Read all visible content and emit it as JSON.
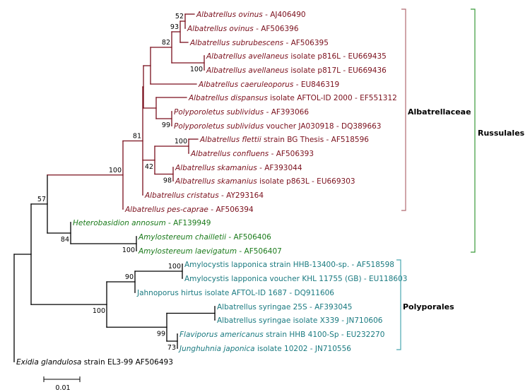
{
  "colors": {
    "albatrellaceae": "#7a0f1c",
    "heterobasidion": "#1a7a1a",
    "polyporales": "#1a7a80",
    "outgroup": "#000000",
    "bracket_albatrellaceae": "#b06a70",
    "bracket_russulales": "#3a9a3a",
    "bracket_polyporales": "#4aa8b0"
  },
  "leaves": [
    {
      "id": "L1",
      "group": "albatrellaceae",
      "parts": [
        {
          "t": "Albatrellus ovinus",
          "i": true
        },
        {
          "t": " - AJ406490",
          "i": false
        }
      ]
    },
    {
      "id": "L2",
      "group": "albatrellaceae",
      "parts": [
        {
          "t": "Albatrellus ovinus",
          "i": true
        },
        {
          "t": " - AF506396",
          "i": false
        }
      ]
    },
    {
      "id": "L3",
      "group": "albatrellaceae",
      "parts": [
        {
          "t": "Albatrellus subrubescens",
          "i": true
        },
        {
          "t": " - AF506395",
          "i": false
        }
      ]
    },
    {
      "id": "L4",
      "group": "albatrellaceae",
      "parts": [
        {
          "t": "Albatrellus avellaneus",
          "i": true
        },
        {
          "t": " isolate p816L - EU669435",
          "i": false
        }
      ]
    },
    {
      "id": "L5",
      "group": "albatrellaceae",
      "parts": [
        {
          "t": "Albatrellus avellaneus",
          "i": true
        },
        {
          "t": " isolate p817L - EU669436",
          "i": false
        }
      ]
    },
    {
      "id": "L6",
      "group": "albatrellaceae",
      "parts": [
        {
          "t": "Albatrellus caeruleoporus",
          "i": true
        },
        {
          "t": " - EU846319",
          "i": false
        }
      ]
    },
    {
      "id": "L7",
      "group": "albatrellaceae",
      "parts": [
        {
          "t": "Albatrellus dispansus",
          "i": true
        },
        {
          "t": " isolate AFTOL-ID 2000 - EF551312",
          "i": false
        }
      ]
    },
    {
      "id": "L8",
      "group": "albatrellaceae",
      "parts": [
        {
          "t": "Polyporoletus sublividus",
          "i": true
        },
        {
          "t": " - AF393066",
          "i": false
        }
      ]
    },
    {
      "id": "L9",
      "group": "albatrellaceae",
      "parts": [
        {
          "t": "Polyporoletus sublividus",
          "i": true
        },
        {
          "t": " voucher JA030918 - DQ389663",
          "i": false
        }
      ]
    },
    {
      "id": "L10",
      "group": "albatrellaceae",
      "parts": [
        {
          "t": "Albatrellus flettii",
          "i": true
        },
        {
          "t": " strain BG Thesis - AF518596",
          "i": false
        }
      ]
    },
    {
      "id": "L11",
      "group": "albatrellaceae",
      "parts": [
        {
          "t": "Albatrellus confluens",
          "i": true
        },
        {
          "t": " - AF506393",
          "i": false
        }
      ]
    },
    {
      "id": "L12",
      "group": "albatrellaceae",
      "parts": [
        {
          "t": "Albatrellus skamanius",
          "i": true
        },
        {
          "t": " - AF393044",
          "i": false
        }
      ]
    },
    {
      "id": "L13",
      "group": "albatrellaceae",
      "parts": [
        {
          "t": "Albatrellus skamanius",
          "i": true
        },
        {
          "t": " isolate p863L - EU669303",
          "i": false
        }
      ]
    },
    {
      "id": "L14",
      "group": "albatrellaceae",
      "parts": [
        {
          "t": "Albatrellus cristatus",
          "i": true
        },
        {
          "t": " - AY293164",
          "i": false
        }
      ]
    },
    {
      "id": "L15",
      "group": "albatrellaceae",
      "parts": [
        {
          "t": "Albatrellus pes-caprae",
          "i": true
        },
        {
          "t": " - AF506394",
          "i": false
        }
      ]
    },
    {
      "id": "L16",
      "group": "heterobasidion",
      "parts": [
        {
          "t": "Heterobasidion annosum",
          "i": true
        },
        {
          "t": " - AF139949",
          "i": false
        }
      ]
    },
    {
      "id": "L17",
      "group": "heterobasidion",
      "parts": [
        {
          "t": "Amylostereum chailletii",
          "i": true
        },
        {
          "t": " - AF506406",
          "i": false
        }
      ]
    },
    {
      "id": "L18",
      "group": "heterobasidion",
      "parts": [
        {
          "t": "Amylostereum laevigatum",
          "i": true
        },
        {
          "t": " - AF506407",
          "i": false
        }
      ]
    },
    {
      "id": "L19",
      "group": "polyporales",
      "parts": [
        {
          "t": "Amylocystis lapponica strain HHB-13400-sp. - AF518598",
          "i": false
        }
      ]
    },
    {
      "id": "L20",
      "group": "polyporales",
      "parts": [
        {
          "t": "Amylocystis lapponica voucher KHL 11755 (GB) -  EU118603",
          "i": false
        }
      ]
    },
    {
      "id": "L21",
      "group": "polyporales",
      "parts": [
        {
          "t": "Jahnoporus hirtus isolate AFTOL-ID 1687 - DQ911606",
          "i": false
        }
      ]
    },
    {
      "id": "L22",
      "group": "polyporales",
      "parts": [
        {
          "t": "Albatrellus syringae 25S - AF393045",
          "i": false
        }
      ]
    },
    {
      "id": "L23",
      "group": "polyporales",
      "parts": [
        {
          "t": "Albatrellus syringae isolate X339 - JN710606",
          "i": false
        }
      ]
    },
    {
      "id": "L24",
      "group": "polyporales",
      "parts": [
        {
          "t": "Flaviporus americanus",
          "i": true
        },
        {
          "t": " strain HHB 4100-Sp - EU232270",
          "i": false
        }
      ]
    },
    {
      "id": "L25",
      "group": "polyporales",
      "parts": [
        {
          "t": "Junghuhnia japonica",
          "i": true
        },
        {
          "t": " isolate 10202 - JN710556",
          "i": false
        }
      ]
    },
    {
      "id": "L26",
      "group": "outgroup",
      "parts": [
        {
          "t": "Exidia glandulosa",
          "i": true
        },
        {
          "t": " strain EL3-99 AF506493",
          "i": false
        }
      ]
    }
  ],
  "bootstrap": {
    "n_ov": "52",
    "n_ovsub": "93",
    "n_top6": "82",
    "n_av": "100",
    "n_poly": "99",
    "n_fc": "100",
    "n_fcsk": "42",
    "n_sk": "98",
    "n_alb": "81",
    "n_albpes": "100",
    "n_russ": "57",
    "n_hetamy": "84",
    "n_amy": "100",
    "n_amyl": "100",
    "n_amyjah": "90",
    "n_pp": "100",
    "n_fj": "73",
    "n_syrfj": "99"
  },
  "clades": {
    "albatrellaceae": "Albatrellaceae",
    "russulales": "Russulales",
    "polyporales": "Polyporales"
  },
  "scale_bar": {
    "label": "0.01"
  }
}
